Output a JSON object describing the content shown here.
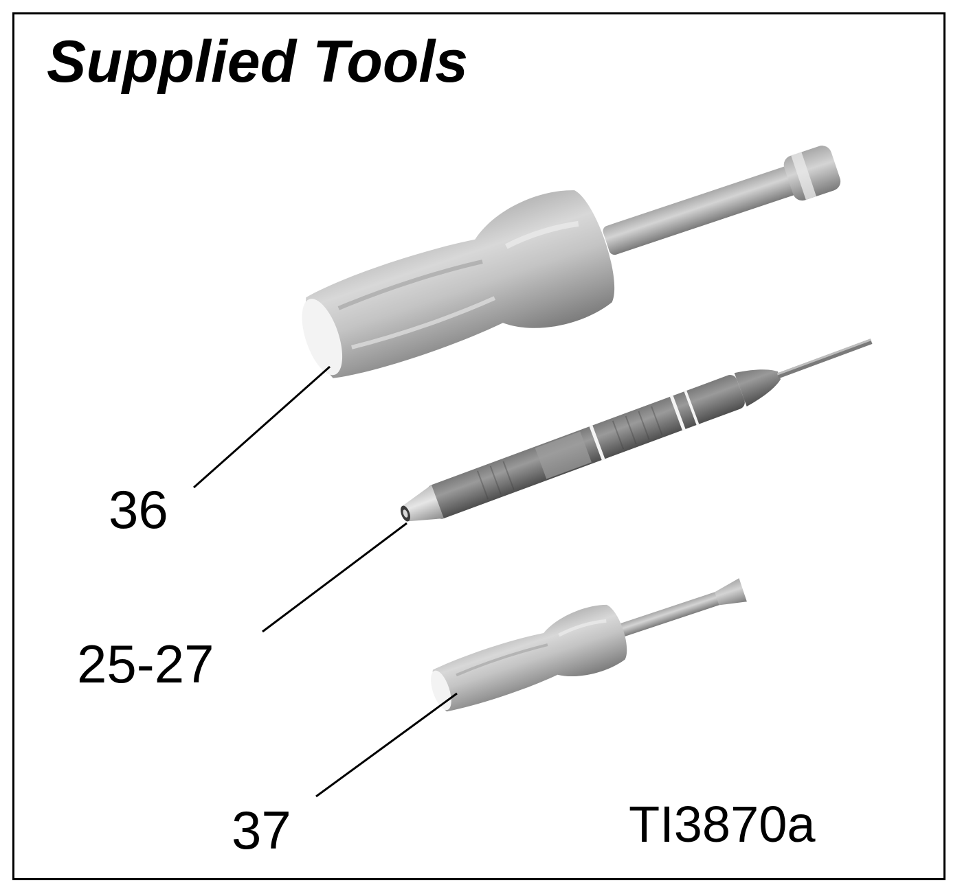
{
  "title": "Supplied Tools",
  "figure_id": "TI3870a",
  "callouts": {
    "large_screwdriver": "36",
    "precision_screwdriver": "25-27",
    "small_screwdriver": "37"
  },
  "colors": {
    "line": "#000000",
    "tool_body": "#c9c9c9",
    "tool_shadow": "#8a8a8a",
    "tool_highlight": "#f2f2f2",
    "background": "#ffffff"
  }
}
